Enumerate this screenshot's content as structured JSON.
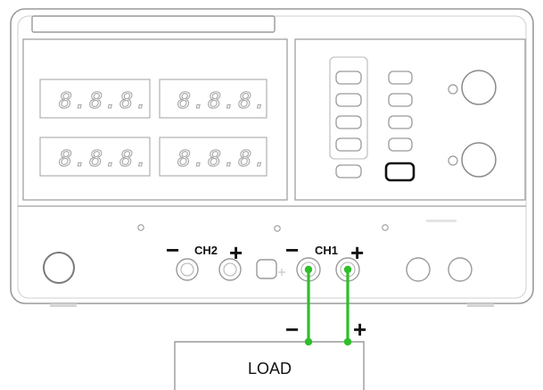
{
  "displays": [
    {
      "id": "ch1-voltage",
      "text": "8.8.8."
    },
    {
      "id": "ch2-voltage",
      "text": "8.8.8."
    },
    {
      "id": "ch1-current",
      "text": "8.8.8."
    },
    {
      "id": "ch2-current",
      "text": "8.8.8."
    }
  ],
  "terminals": {
    "ch2_label": "CH2",
    "ch1_label": "CH1",
    "minus": "−",
    "plus": "+"
  },
  "load": {
    "label": "LOAD",
    "minus": "−",
    "plus": "+"
  },
  "colors": {
    "wire": "#2fbf2a",
    "outline": "#9a9a9a",
    "dark_outline": "#111111"
  }
}
